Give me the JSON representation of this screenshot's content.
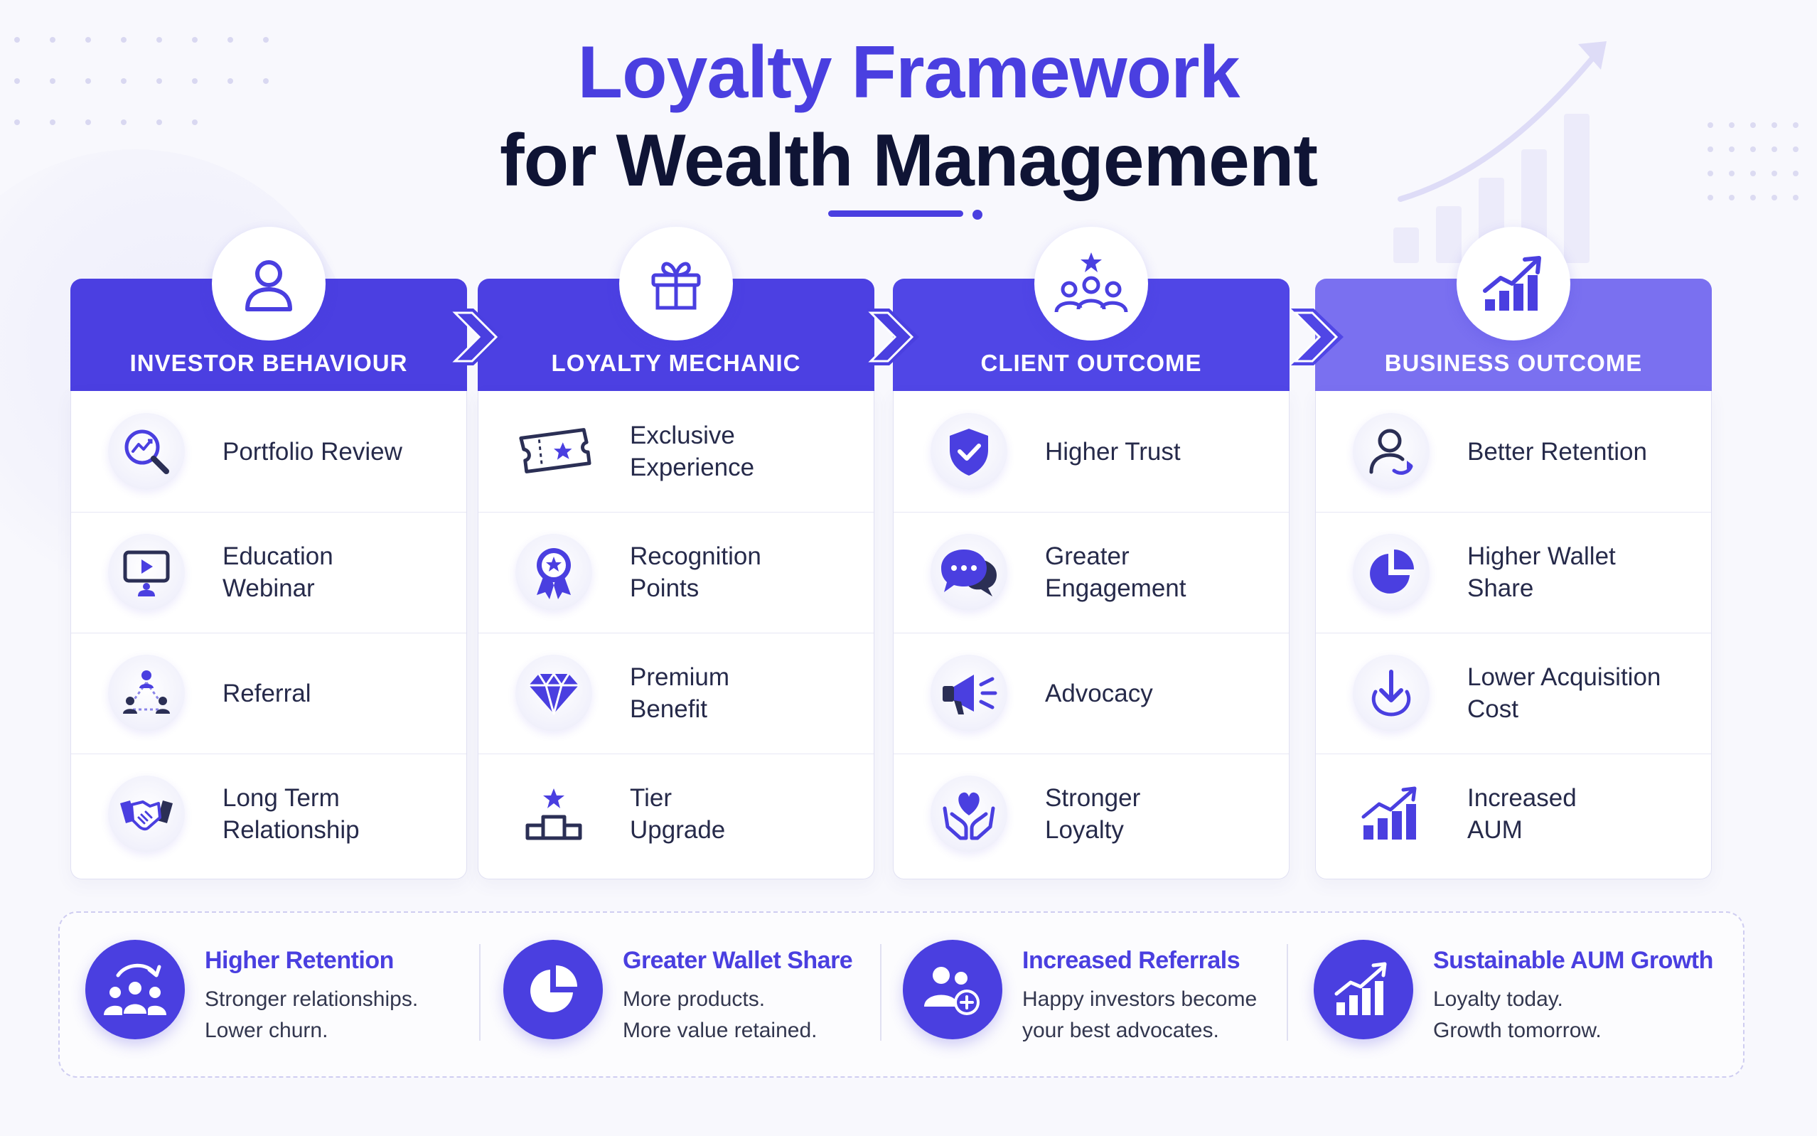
{
  "title": {
    "line1": "Loyalty Framework",
    "line2": "for Wealth Management"
  },
  "colors": {
    "accent": "#4a3fe0",
    "header1": "#4b3fe1",
    "header2": "#4c40e2",
    "header3": "#5046e6",
    "header4": "#7a70f0",
    "title_dark": "#0f1435"
  },
  "columns": [
    {
      "title": "INVESTOR BEHAVIOUR",
      "icon": "user-icon",
      "rows": [
        {
          "label": "Portfolio Review",
          "icon": "portfolio-review-icon"
        },
        {
          "label": "Education\nWebinar",
          "icon": "webinar-icon"
        },
        {
          "label": "Referral",
          "icon": "referral-network-icon"
        },
        {
          "label": "Long Term\nRelationship",
          "icon": "handshake-icon"
        }
      ]
    },
    {
      "title": "LOYALTY MECHANIC",
      "icon": "gift-icon",
      "rows": [
        {
          "label": "Exclusive\nExperience",
          "icon": "ticket-icon"
        },
        {
          "label": "Recognition\nPoints",
          "icon": "award-badge-icon"
        },
        {
          "label": "Premium\nBenefit",
          "icon": "diamond-icon"
        },
        {
          "label": "Tier\nUpgrade",
          "icon": "podium-icon"
        }
      ]
    },
    {
      "title": "CLIENT OUTCOME",
      "icon": "group-star-icon",
      "rows": [
        {
          "label": "Higher Trust",
          "icon": "shield-check-icon"
        },
        {
          "label": "Greater\nEngagement",
          "icon": "chat-bubbles-icon"
        },
        {
          "label": "Advocacy",
          "icon": "megaphone-icon"
        },
        {
          "label": "Stronger\nLoyalty",
          "icon": "heart-hands-icon"
        }
      ]
    },
    {
      "title": "BUSINESS OUTCOME",
      "icon": "growth-chart-icon",
      "rows": [
        {
          "label": "Better Retention",
          "icon": "user-retention-icon"
        },
        {
          "label": "Higher Wallet\nShare",
          "icon": "pie-chart-icon"
        },
        {
          "label": "Lower Acquisition\nCost",
          "icon": "download-arrow-icon"
        },
        {
          "label": "Increased\nAUM",
          "icon": "bar-growth-icon"
        }
      ]
    }
  ],
  "summary": [
    {
      "title": "Higher Retention",
      "text": "Stronger relationships.\nLower churn.",
      "icon": "retention-group-icon"
    },
    {
      "title": "Greater Wallet Share",
      "text": "More products.\nMore value retained.",
      "icon": "pie-chart-icon"
    },
    {
      "title": "Increased Referrals",
      "text": "Happy investors become\nyour best advocates.",
      "icon": "add-users-icon"
    },
    {
      "title": "Sustainable AUM Growth",
      "text": "Loyalty today.\nGrowth tomorrow.",
      "icon": "growth-chart-icon"
    }
  ]
}
